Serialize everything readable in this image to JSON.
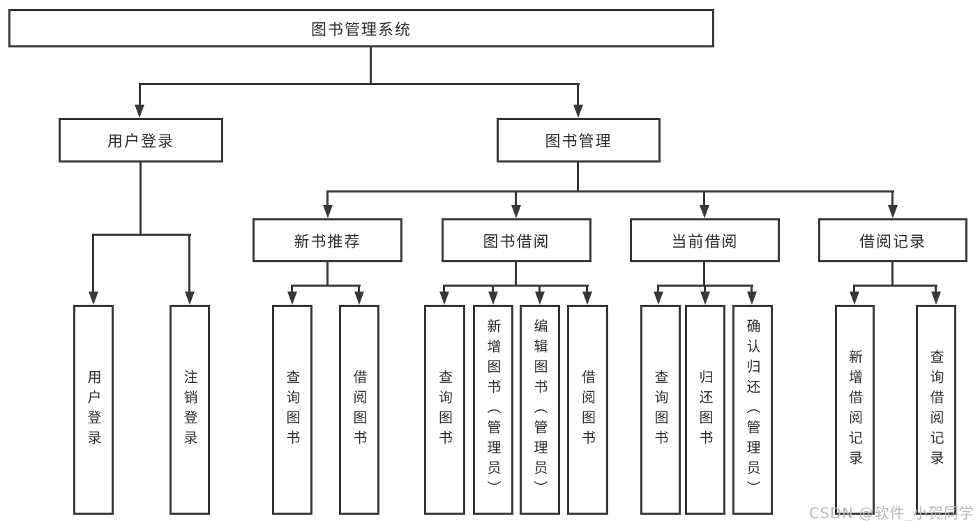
{
  "tree": {
    "label": "图书管理系统",
    "children": [
      {
        "label": "用户登录",
        "children": [
          {
            "label": "用户登录"
          },
          {
            "label": "注销登录"
          }
        ]
      },
      {
        "label": "图书管理",
        "children": [
          {
            "label": "新书推荐",
            "children": [
              {
                "label": "查询图书"
              },
              {
                "label": "借阅图书"
              }
            ]
          },
          {
            "label": "图书借阅",
            "children": [
              {
                "label": "查询图书"
              },
              {
                "label": "新增图书（管理员）"
              },
              {
                "label": "编辑图书（管理员）"
              },
              {
                "label": "借阅图书"
              }
            ]
          },
          {
            "label": "当前借阅",
            "children": [
              {
                "label": "查询图书"
              },
              {
                "label": "归还图书"
              },
              {
                "label": "确认归还（管理员）"
              }
            ]
          },
          {
            "label": "借阅记录",
            "children": [
              {
                "label": "新增借阅记录"
              },
              {
                "label": "查询借阅记录"
              }
            ]
          }
        ]
      }
    ]
  },
  "watermark": {
    "text": "CSDN @软件_小贺同学"
  },
  "colors": {
    "line": "#383838",
    "node_border": "#383838",
    "text": "#2d2d2d",
    "watermark": "#b9b9b9",
    "background": "#ffffff"
  }
}
